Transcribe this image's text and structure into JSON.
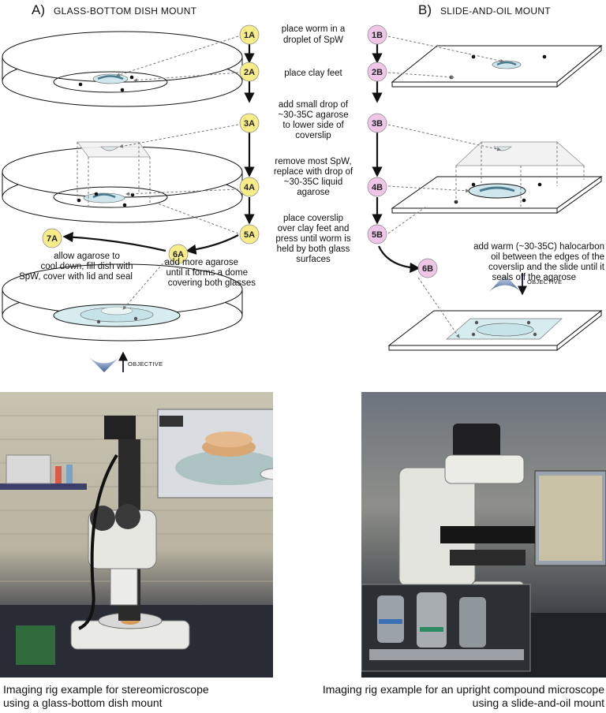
{
  "panel_a": {
    "letter": "A)",
    "title": "GLASS-BOTTOM DISH MOUNT"
  },
  "panel_b": {
    "letter": "B)",
    "title": "SLIDE-AND-OIL MOUNT"
  },
  "steps_a": [
    "1A",
    "2A",
    "3A",
    "4A",
    "5A",
    "6A",
    "7A"
  ],
  "steps_b": [
    "1B",
    "2B",
    "3B",
    "4B",
    "5B",
    "6B"
  ],
  "instructions": {
    "step1": [
      "place worm in a",
      "droplet of SpW"
    ],
    "step2": [
      "place clay feet"
    ],
    "step3": [
      "add small drop of",
      "~30-35C agarose",
      "to lower side of",
      "coverslip"
    ],
    "step4": [
      "remove most SpW,",
      "replace with drop of",
      "~30-35C liquid",
      "agarose"
    ],
    "step5": [
      "place coverslip",
      "over clay feet and",
      "press until worm is",
      "held by both glass",
      "surfaces"
    ],
    "step6a": [
      "add more agarose",
      "until it forms a dome",
      "covering both glasses"
    ],
    "step7a": [
      "allow agarose to",
      "cool down, fill dish with",
      "SpW, cover with lid and seal"
    ],
    "step6b": [
      "add warm (~30-35C) halocarbon",
      "oil between the edges of the",
      "coverslip and the slide until it",
      "seals  off the agarose"
    ]
  },
  "objective_label": "OBJECTIVE",
  "colors": {
    "badge_a": "#f7ec8a",
    "badge_b": "#efc6e8",
    "objective_arrow": "#2a2a6a",
    "agarose": "#b9dfe6"
  },
  "captions": {
    "left": [
      "Imaging rig example for stereomicroscope",
      "using a glass-bottom dish mount"
    ],
    "right": [
      "Imaging rig example for an upright compound microscope",
      "using a slide-and-oil mount"
    ]
  }
}
